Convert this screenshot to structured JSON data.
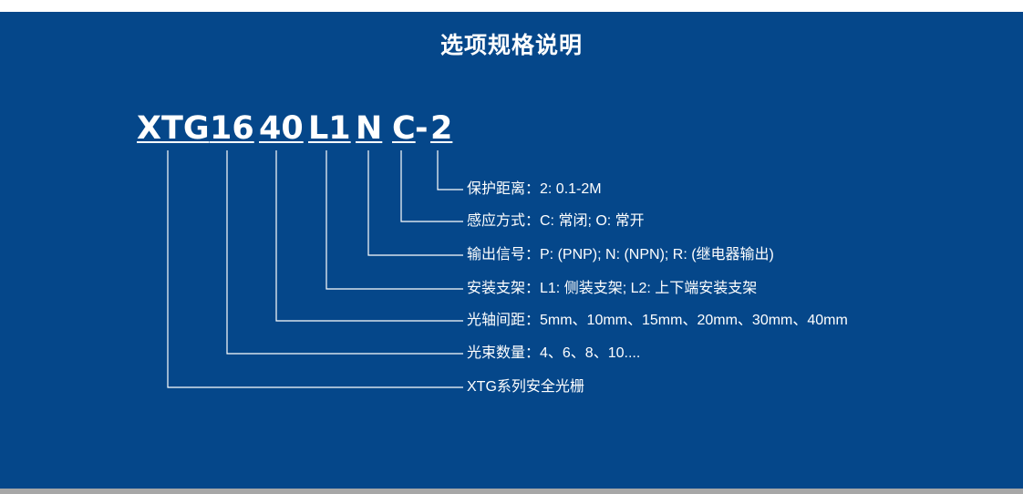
{
  "title": "选项规格说明",
  "model_code": {
    "segments": [
      "XTG",
      "16",
      "40",
      "L1",
      "N",
      "C",
      "2"
    ],
    "separator": "-"
  },
  "options": [
    "保护距离：2: 0.1-2M",
    "感应方式：C: 常闭; O: 常开",
    "输出信号：P: (PNP); N: (NPN); R: (继电器输出)",
    "安装支架：L1: 侧装支架; L2: 上下端安装支架",
    "光轴间距：5mm、10mm、15mm、20mm、30mm、40mm",
    "光束数量：4、6、8、10....",
    "XTG系列安全光栅"
  ],
  "colors": {
    "background": "#05478a",
    "text": "#ffffff",
    "bottom_bar": "#a7a7a7"
  }
}
